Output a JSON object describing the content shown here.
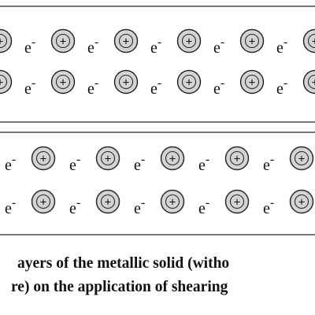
{
  "electron_label": "e",
  "electron_charge": "-",
  "ion_symbol": "+",
  "layers": [
    {
      "rows": 2,
      "ions_per_row": 6
    },
    {
      "rows": 2,
      "ions_per_row": 5
    }
  ],
  "caption": {
    "line1": "ayers of the metallic solid (witho",
    "line2": "re)  on the application of shearing"
  },
  "colors": {
    "ion_fill": "#d4d4d4",
    "ion_stroke": "#2a2a2a",
    "layer_stroke": "#555555",
    "text": "#111111"
  }
}
